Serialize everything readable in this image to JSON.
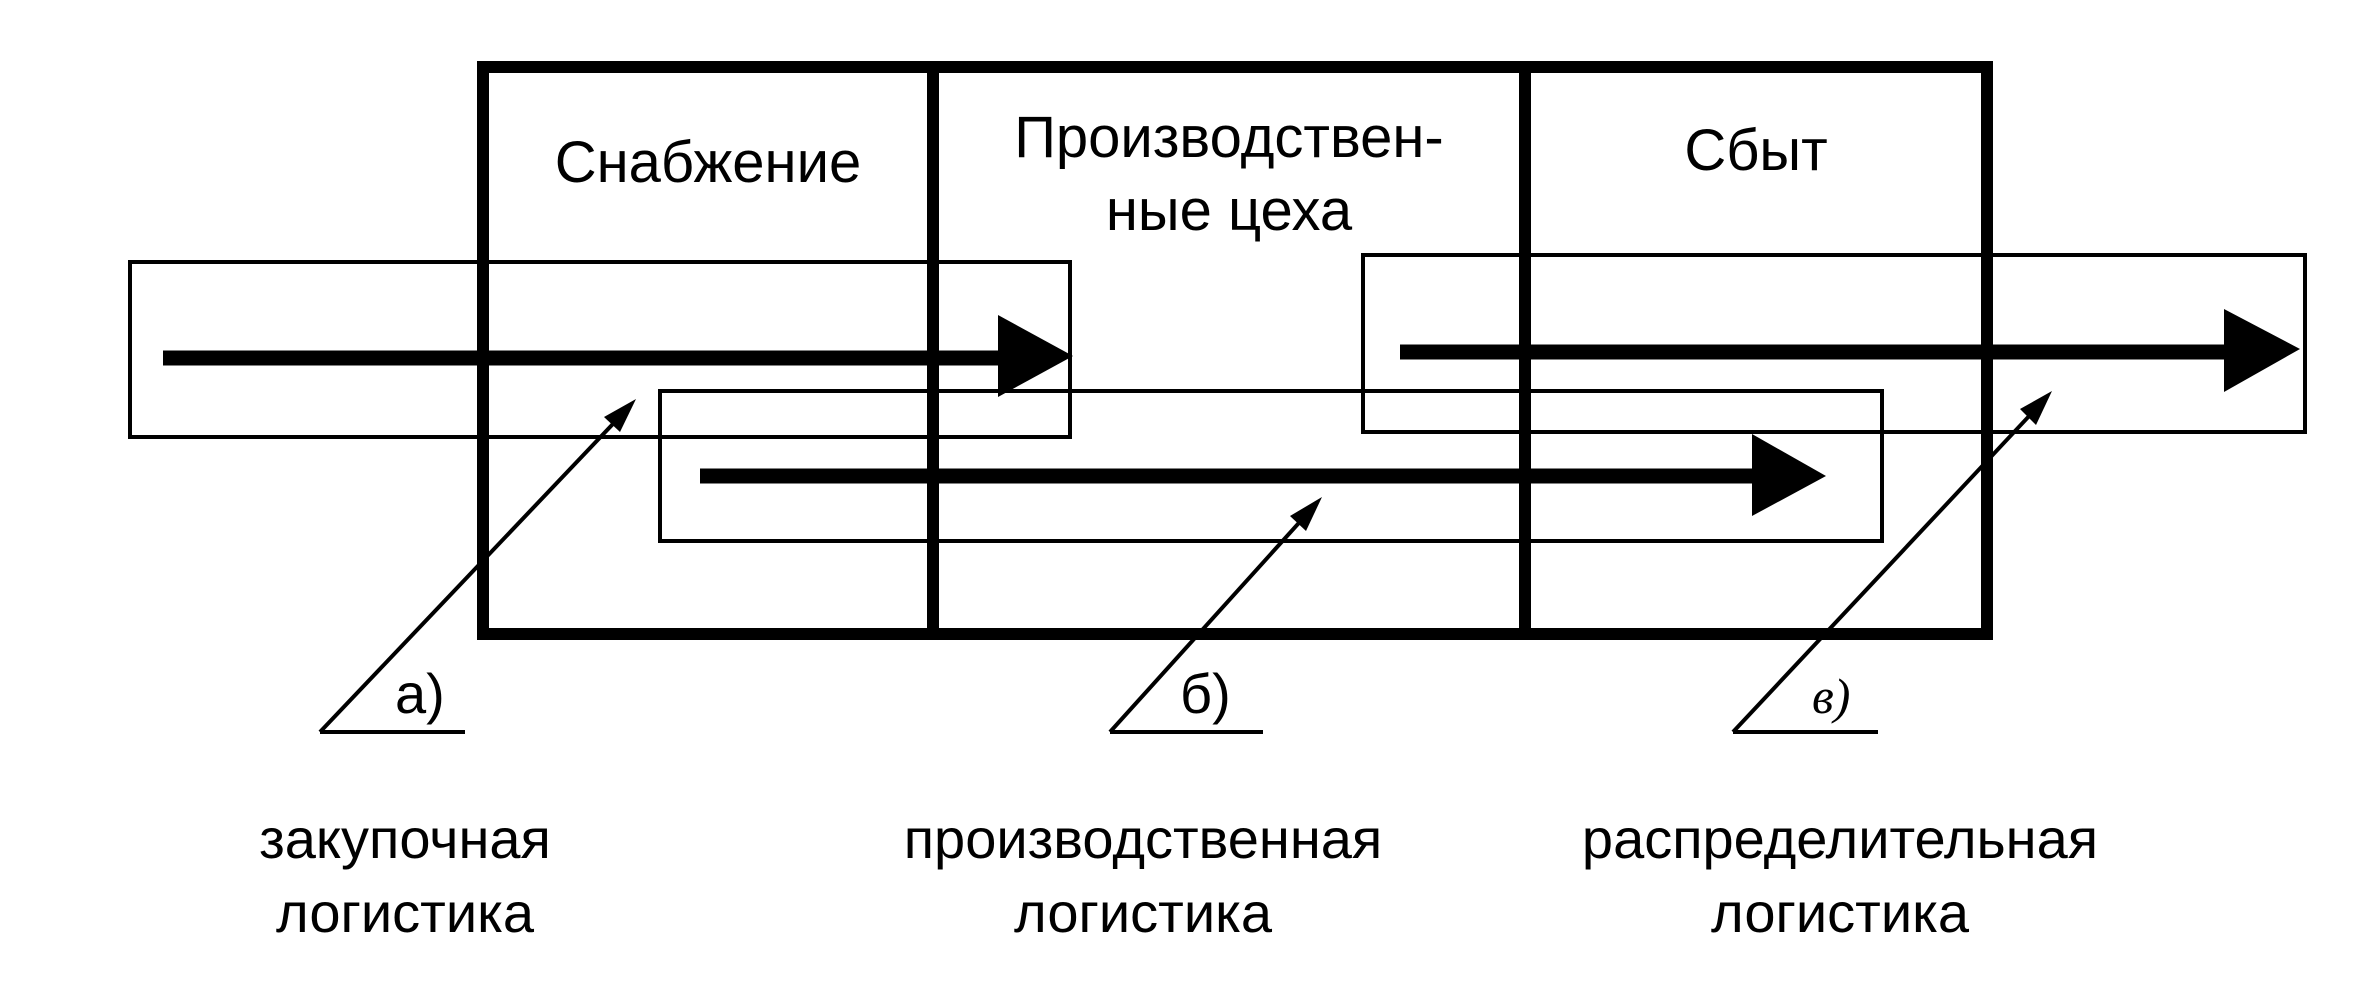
{
  "departments": [
    {
      "label_lines": [
        "Снабжение"
      ]
    },
    {
      "label_lines": [
        "Производствен-",
        "ные цеха"
      ]
    },
    {
      "label_lines": [
        "Сбыт"
      ]
    }
  ],
  "logistics": [
    {
      "marker": "а)",
      "caption_lines": [
        "закупочная",
        "логистика"
      ]
    },
    {
      "marker": "б)",
      "caption_lines": [
        "производственная",
        "логистика"
      ]
    },
    {
      "marker": "в)",
      "caption_lines": [
        "распределительная",
        "логистика"
      ]
    }
  ],
  "colors": {
    "ink": "#000000",
    "background": "#ffffff"
  }
}
